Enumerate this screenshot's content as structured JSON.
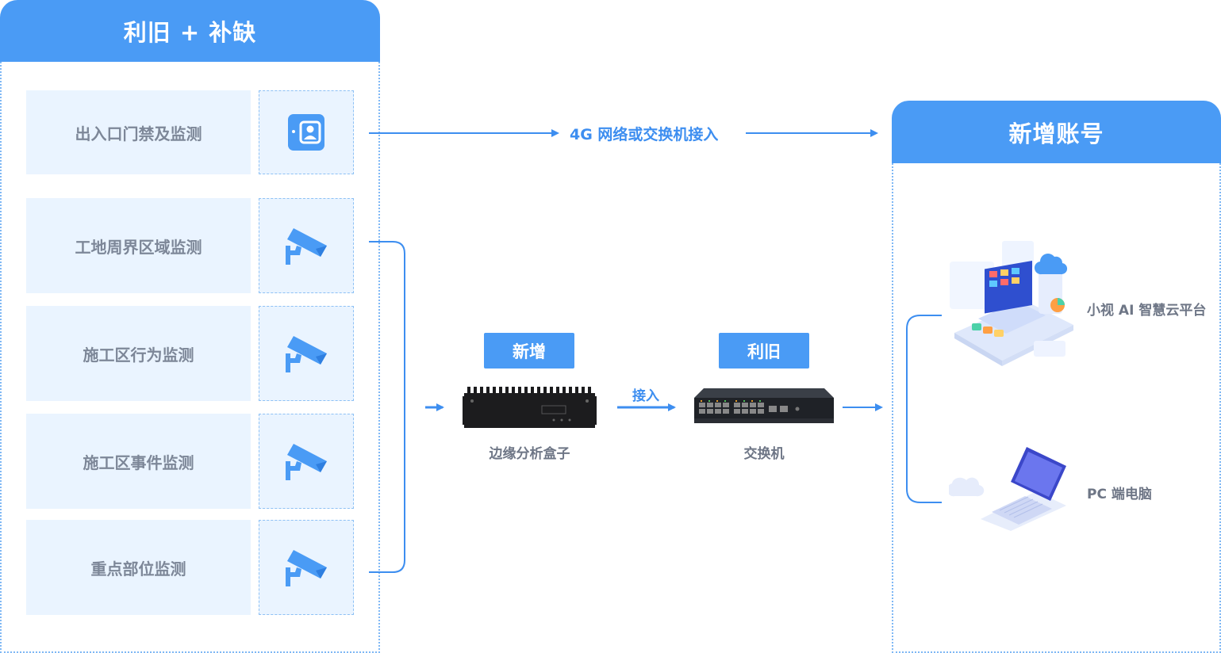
{
  "left_panel": {
    "title": "利旧 + 补缺",
    "items": [
      {
        "label": "出入口门禁及监测",
        "icon": "door-access-icon"
      },
      {
        "label": "工地周界区域监测",
        "icon": "security-camera-icon"
      },
      {
        "label": "施工区行为监测",
        "icon": "security-camera-icon"
      },
      {
        "label": "施工区事件监测",
        "icon": "security-camera-icon"
      },
      {
        "label": "重点部位监测",
        "icon": "security-camera-icon"
      }
    ]
  },
  "connection_label": "4G 网络或交换机接入",
  "edge_box": {
    "tag": "新增",
    "label": "边缘分析盒子"
  },
  "access_label": "接入",
  "switch": {
    "tag": "利旧",
    "label": "交换机"
  },
  "right_panel": {
    "title": "新增账号",
    "platforms": [
      {
        "label": "小视 AI 智慧云平台"
      },
      {
        "label": "PC 端电脑"
      }
    ]
  },
  "colors": {
    "accent": "#4a9bf5",
    "light": "#eaf4ff",
    "text": "#7d8798"
  }
}
